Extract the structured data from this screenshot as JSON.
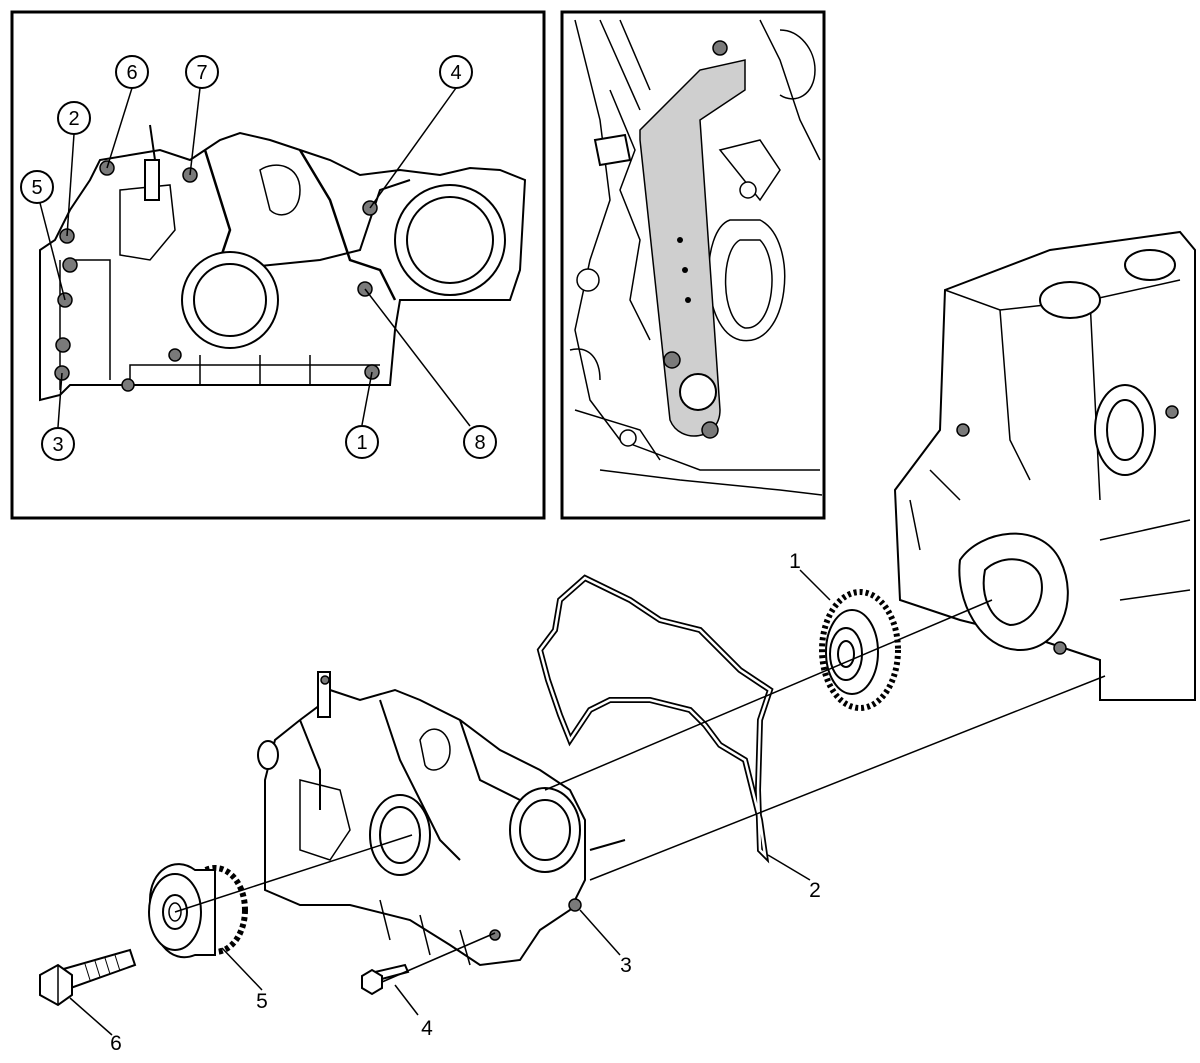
{
  "inset_left": {
    "callouts": [
      "1",
      "2",
      "3",
      "4",
      "5",
      "6",
      "7",
      "8"
    ]
  },
  "exploded_view": {
    "callouts": [
      "1",
      "2",
      "3",
      "4",
      "5",
      "6"
    ]
  }
}
